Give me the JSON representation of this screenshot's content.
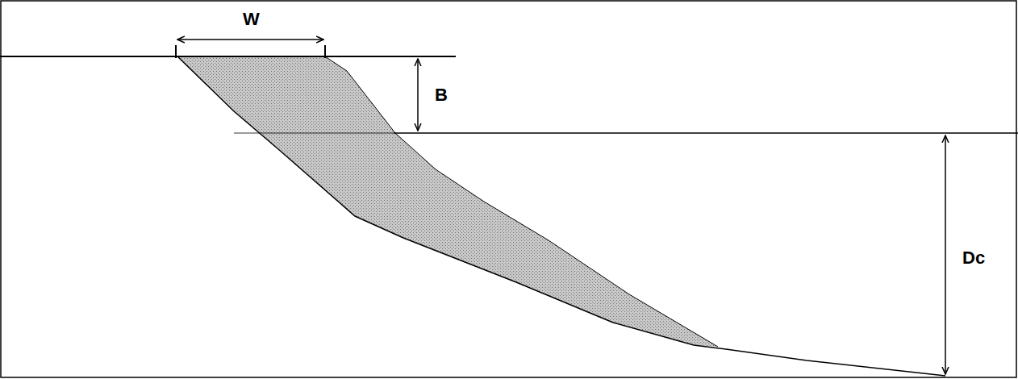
{
  "diagram": {
    "labels": [
      "W",
      "B",
      "Dc"
    ]
  }
}
